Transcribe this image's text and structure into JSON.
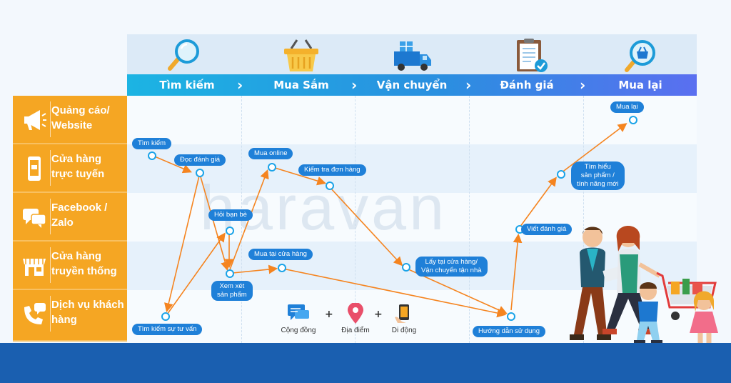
{
  "stages": [
    {
      "label": "Tìm kiếm",
      "icon": "magnifier-icon"
    },
    {
      "label": "Mua Sắm",
      "icon": "shopping-basket-icon"
    },
    {
      "label": "Vận chuyển",
      "icon": "delivery-truck-icon"
    },
    {
      "label": "Đánh giá",
      "icon": "clipboard-check-icon"
    },
    {
      "label": "Mua lại",
      "icon": "repurchase-search-icon"
    }
  ],
  "channels": [
    {
      "label": "Quảng cáo/ Website",
      "icon": "megaphone-icon"
    },
    {
      "label": "Cửa hàng trực tuyến",
      "icon": "smartphone-icon"
    },
    {
      "label": "Facebook / Zalo",
      "icon": "chat-bubbles-icon"
    },
    {
      "label": "Cửa hàng truyền thống",
      "icon": "storefront-icon"
    },
    {
      "label": "Dịch vụ khách hàng",
      "icon": "phone-chat-icon"
    }
  ],
  "nodes": {
    "tim_kiem": "Tìm kiếm",
    "doc_danh_gia": "Đọc đánh giá",
    "hoi_ban_be": "Hỏi bạn bè",
    "xem_xet_1": "Xem xét",
    "xem_xet_2": "sản phẩm",
    "tim_kiem_su_tu_van": "Tìm kiếm sự tư vấn",
    "mua_online": "Mua online",
    "kiem_tra_don_hang": "Kiểm tra đơn hàng",
    "mua_tai_cua_hang": "Mua tại cửa hàng",
    "lay_tai_1": "Lấy tại cửa hàng/",
    "lay_tai_2": "Vận chuyển tận nhà",
    "huong_dan": "Hướng dẫn sử dụng",
    "viet_danh_gia": "Viết đánh giá",
    "tim_hieu_1": "Tìm hiểu",
    "tim_hieu_2": "sản phẩm /",
    "tim_hieu_3": "tính năng mới",
    "mua_lai": "Mua lại"
  },
  "legend": [
    {
      "label": "Cộng đồng",
      "icon": "chat-message-icon"
    },
    {
      "label": "Địa điểm",
      "icon": "location-pin-icon"
    },
    {
      "label": "Di động",
      "icon": "mobile-hand-icon"
    }
  ],
  "watermark": "haravan",
  "colors": {
    "accent": "#1f80d8",
    "arrow": "#f5841f",
    "channel": "#f5a623",
    "footer": "#1a5fb0"
  }
}
